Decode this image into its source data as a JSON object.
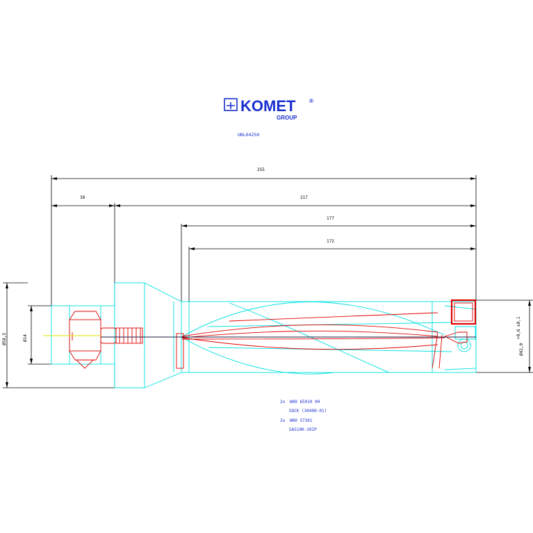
{
  "logo": {
    "name": "KOMET",
    "registered": "®",
    "group": "GROUP"
  },
  "part_number": "UBL04250",
  "dimensions": {
    "overall_length": "255",
    "shank_length": "38",
    "body_length": "217",
    "length_1": "177",
    "length_2": "172",
    "flange_diameter": "Ø58,5",
    "shank_diameter": "Ø14",
    "drill_diameter": "Ø42,0",
    "tolerance": "+0,6 ±0,1"
  },
  "parts_list": [
    {
      "qty": "2x",
      "code": "W80 65010 00",
      "desc": "SOCK (30400-01)"
    },
    {
      "qty": "2x",
      "code": "W80 57301",
      "desc": "SAS100-20IP"
    }
  ],
  "colors": {
    "outline": "#00e0e0",
    "section": "#e00000",
    "text": "#1a2fd0",
    "dimension": "#000000",
    "centerline": "#e0e000"
  }
}
